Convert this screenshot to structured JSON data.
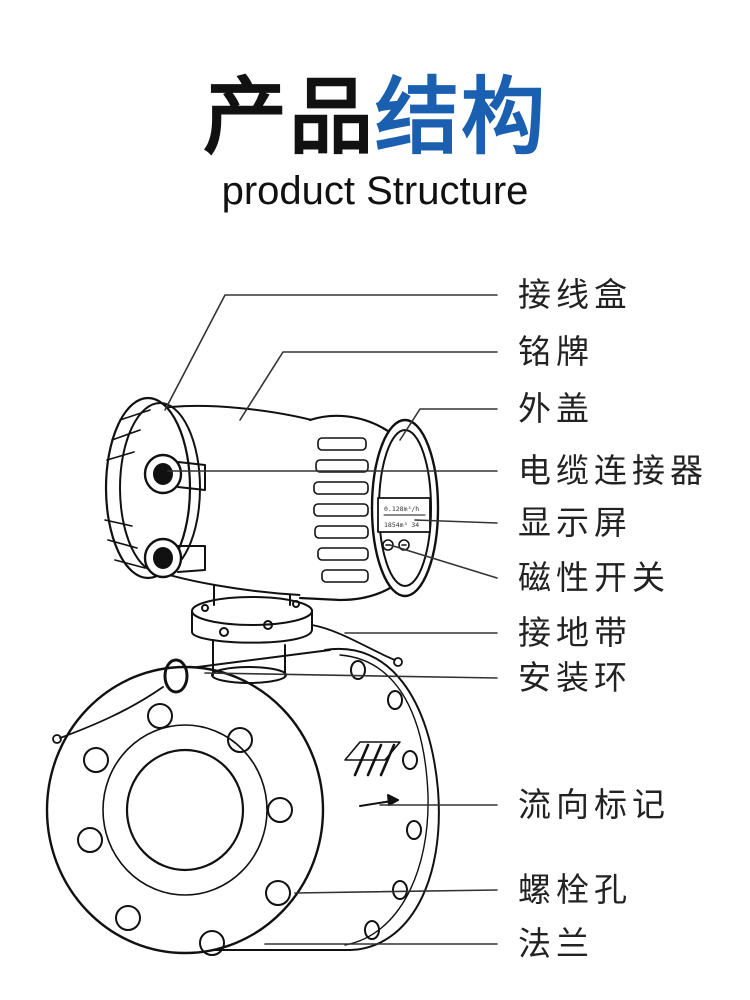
{
  "title": {
    "part1": "产品",
    "part2": "结构"
  },
  "subtitle": "product Structure",
  "labels": [
    "接线盒",
    "铭牌",
    "外盖",
    "电缆连接器",
    "显示屏",
    "磁性开关",
    "接地带",
    "安装环",
    "流向标记",
    "螺栓孔",
    "法兰"
  ],
  "display_lines": [
    "0.128m³/h",
    "1854m³ 34"
  ],
  "colors": {
    "accent": "#1b5fb0",
    "ink": "#111111",
    "line": "#222222"
  }
}
